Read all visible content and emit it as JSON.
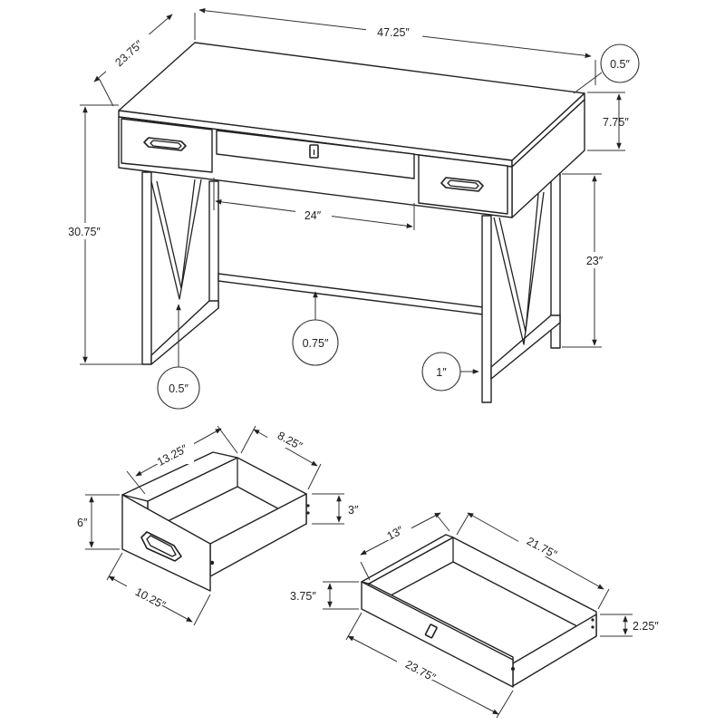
{
  "desk": {
    "width": "47.25″",
    "depth": "23.75″",
    "top_thickness": "0.5″",
    "apron_height": "7.75″",
    "total_height": "30.75″",
    "clearance_width": "24″",
    "leg_clearance_height": "23″",
    "stretcher": "0.75″",
    "leg_rod": "0.5″",
    "leg_width": "1″"
  },
  "small_drawer": {
    "inner_length": "13.25″",
    "inner_depth": "8.25″",
    "front_height": "6″",
    "side_height": "3″",
    "front_width": "10.25″"
  },
  "large_drawer": {
    "inner_width": "13″",
    "inner_depth": "21.75″",
    "front_height": "3.75″",
    "side_height": "2.25″",
    "front_width": "23.75″"
  }
}
